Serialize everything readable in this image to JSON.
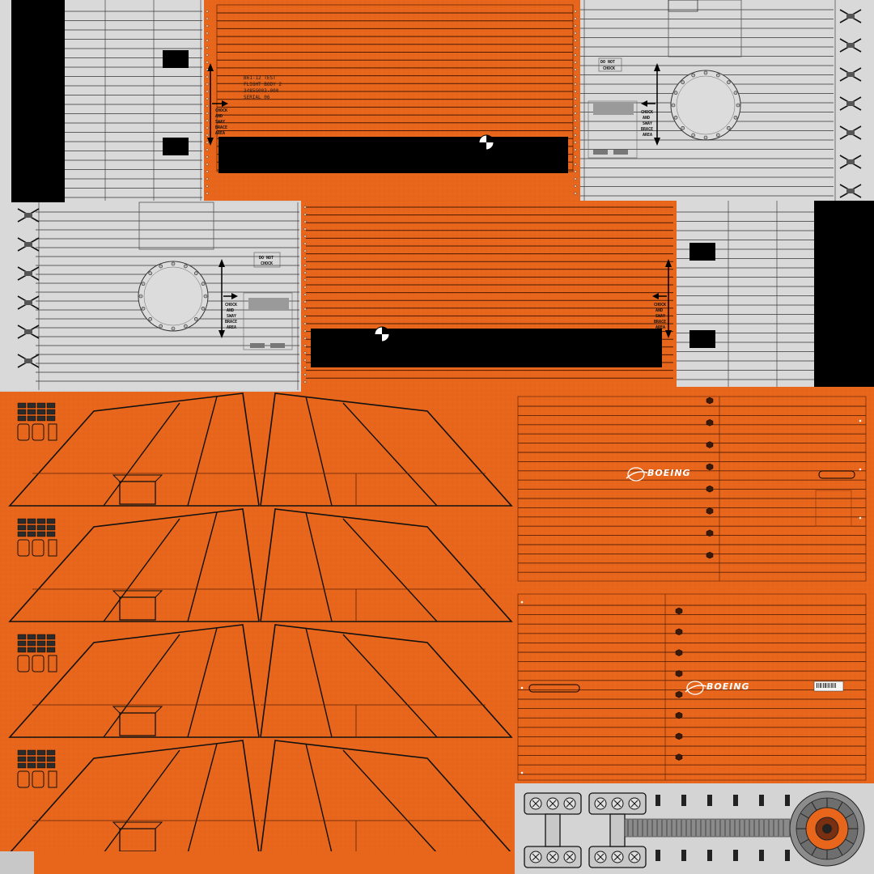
{
  "colors": {
    "orange": "#e8661c",
    "orange_dark": "#d35612",
    "gray_panel": "#d9d9d9",
    "line": "#111111",
    "black": "#000000",
    "white": "#ffffff"
  },
  "stencils": {
    "test_block": [
      "B61-12 TEST",
      "FLIGHT BODY 2",
      "3485G003-000",
      "SERIAL 06"
    ],
    "chock_sway": [
      "CHOCK",
      "AND",
      "SWAY",
      "BRACE",
      "AREA"
    ],
    "do_not_chock": [
      "DO NOT",
      "CHOCK"
    ]
  },
  "logos": {
    "brand_text": "BOEING"
  },
  "icons": {
    "datum_marker": "crosshair-target-icon",
    "logo_mark": "boeing-stratotype-icon",
    "fastener": "hex-bolt-icon",
    "arrow": "arrow-icon"
  }
}
